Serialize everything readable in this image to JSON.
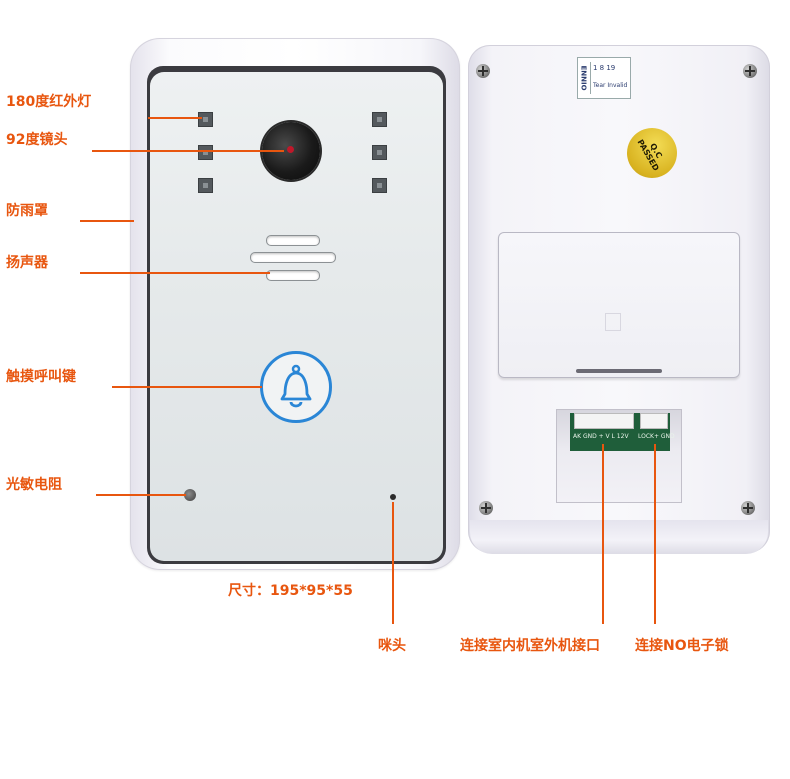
{
  "front_labels": {
    "ir_light": "180度红外灯",
    "lens": "92度镜头",
    "rain_cover": "防雨罩",
    "speaker": "扬声器",
    "call_button": "触摸呼叫键",
    "photoresistor": "光敏电阻",
    "microphone": "咪头",
    "dimensions": "尺寸：195*95*55"
  },
  "back_labels": {
    "indoor_port": "连接室内机室外机接口",
    "lock_port": "连接NO电子锁"
  },
  "sticker": {
    "brand": "ENNIO",
    "nums": "1 8 19",
    "line2": "Tear Invalid"
  },
  "passed_badge": "Q.C PASSED",
  "pcb": {
    "port_text": "AK GND + V L 12V",
    "lock_text": "LOCK+ GND"
  },
  "colors": {
    "label": "#e8560f",
    "bell": "#2a86d6",
    "pcb": "#1f5e3a",
    "badge": "#d8b21f"
  },
  "icons": {
    "bell": "bell-icon",
    "screw": "screw-icon"
  }
}
